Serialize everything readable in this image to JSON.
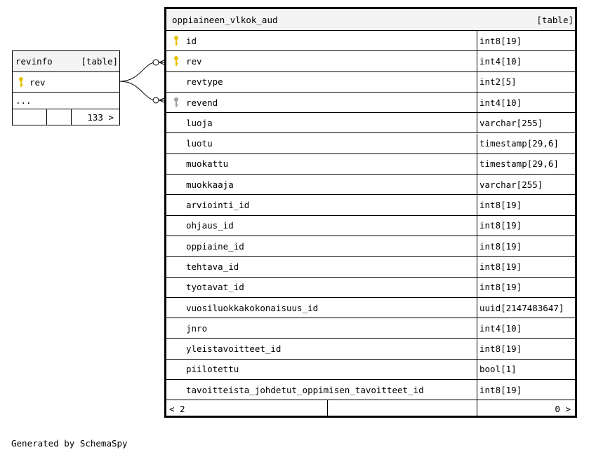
{
  "colors": {
    "header_bg": "#f4f4f4",
    "pk_key": "#e6c200",
    "fk_key": "#a0a0a0",
    "line": "#000000"
  },
  "revinfo": {
    "name": "revinfo",
    "type": "[table]",
    "pk_column": "rev",
    "more": "...",
    "children_count": "133 >"
  },
  "main": {
    "name": "oppiaineen_vlkok_aud",
    "type": "[table]",
    "columns": [
      {
        "name": "id",
        "type": "int8[19]",
        "key": "pk"
      },
      {
        "name": "rev",
        "type": "int4[10]",
        "key": "pk"
      },
      {
        "name": "revtype",
        "type": "int2[5]",
        "key": ""
      },
      {
        "name": "revend",
        "type": "int4[10]",
        "key": "fk"
      },
      {
        "name": "luoja",
        "type": "varchar[255]",
        "key": ""
      },
      {
        "name": "luotu",
        "type": "timestamp[29,6]",
        "key": ""
      },
      {
        "name": "muokattu",
        "type": "timestamp[29,6]",
        "key": ""
      },
      {
        "name": "muokkaaja",
        "type": "varchar[255]",
        "key": ""
      },
      {
        "name": "arviointi_id",
        "type": "int8[19]",
        "key": ""
      },
      {
        "name": "ohjaus_id",
        "type": "int8[19]",
        "key": ""
      },
      {
        "name": "oppiaine_id",
        "type": "int8[19]",
        "key": ""
      },
      {
        "name": "tehtava_id",
        "type": "int8[19]",
        "key": ""
      },
      {
        "name": "tyotavat_id",
        "type": "int8[19]",
        "key": ""
      },
      {
        "name": "vuosiluokkakokonaisuus_id",
        "type": "uuid[2147483647]",
        "key": ""
      },
      {
        "name": "jnro",
        "type": "int4[10]",
        "key": ""
      },
      {
        "name": "yleistavoitteet_id",
        "type": "int8[19]",
        "key": ""
      },
      {
        "name": "piilotettu",
        "type": "bool[1]",
        "key": ""
      },
      {
        "name": "tavoitteista_johdetut_oppimisen_tavoitteet_id",
        "type": "int8[19]",
        "key": ""
      }
    ],
    "parents_count": "< 2",
    "children_count": "0 >"
  },
  "footer": "Generated by SchemaSpy"
}
